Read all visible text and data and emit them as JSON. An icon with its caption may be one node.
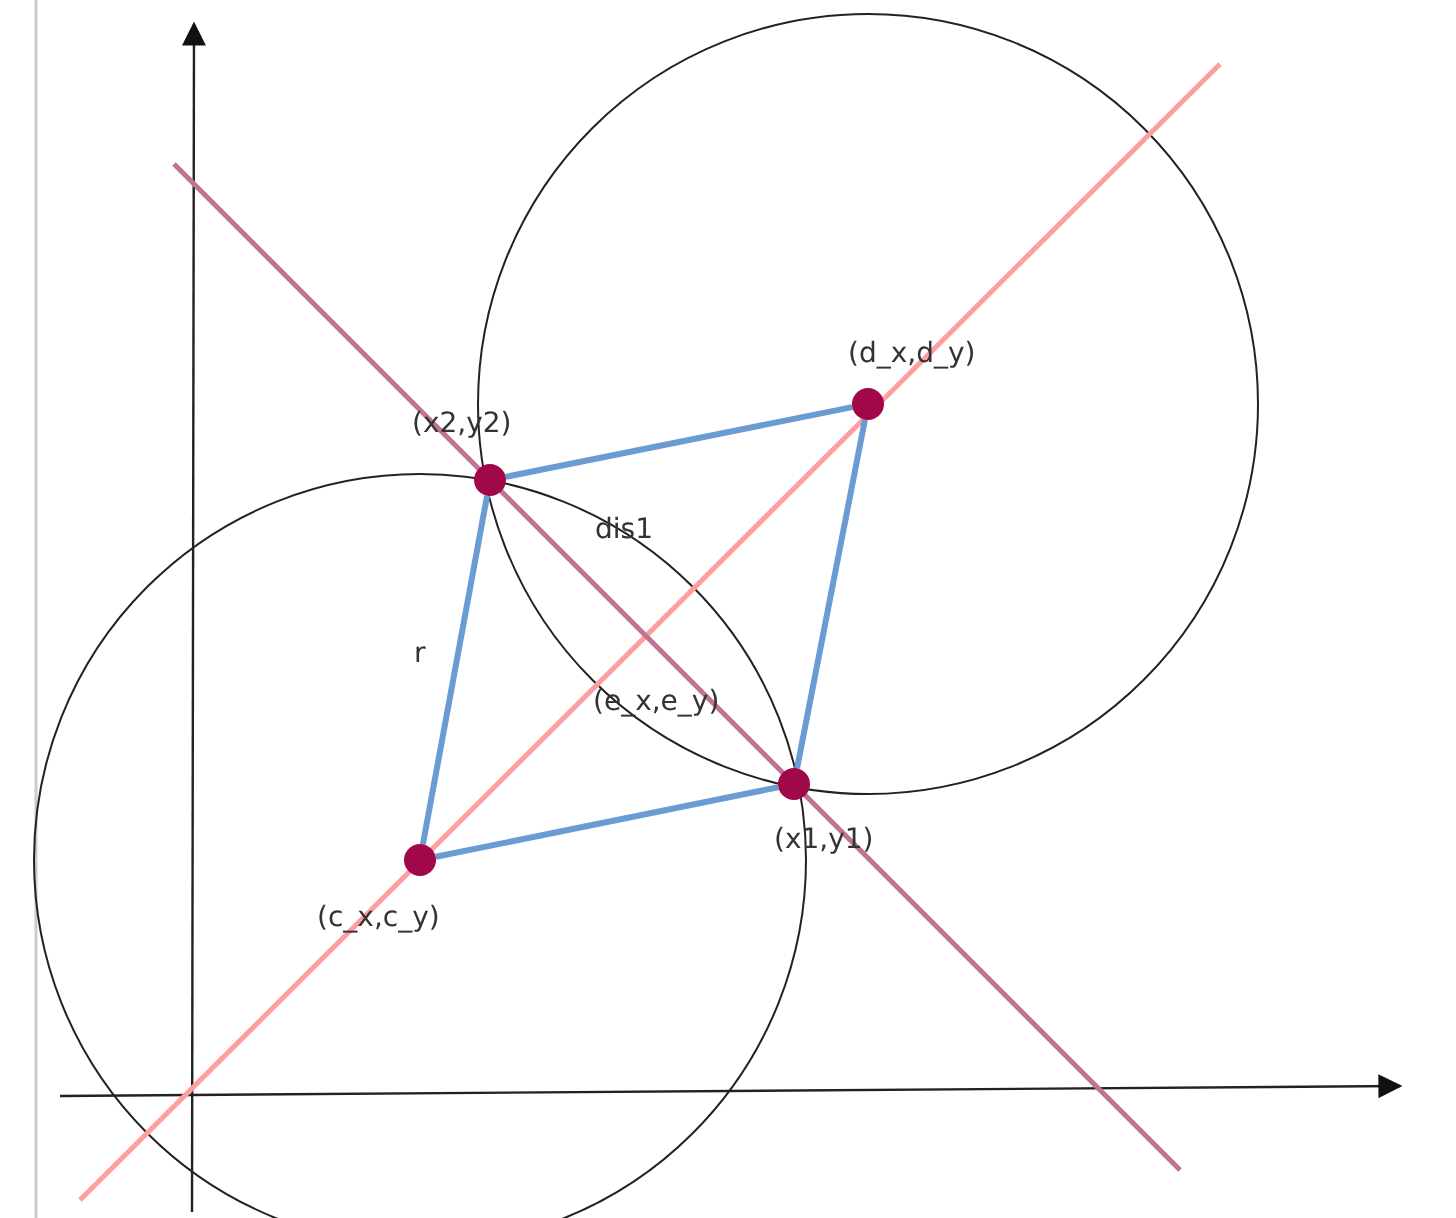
{
  "diagram": {
    "nodes": [
      {
        "text": [],
        "shape": "circle",
        "beside": [
          "(x2,y2)"
        ]
      },
      {
        "text": [],
        "shape": "circle",
        "beside": [
          "(d_x,d_y)"
        ]
      },
      {
        "text": [],
        "shape": "circle",
        "beside": [
          "(c_x,c_y)"
        ]
      },
      {
        "text": [],
        "shape": "circle",
        "beside": [
          "(x1,y1)"
        ]
      }
    ],
    "edges": [
      {
        "from": 0,
        "to": 1,
        "arrow": "none"
      },
      {
        "from": 1,
        "to": 3,
        "arrow": "none"
      },
      {
        "from": 3,
        "to": 2,
        "arrow": "none"
      },
      {
        "from": 2,
        "to": 0,
        "arrow": "none"
      }
    ],
    "labels": [
      "dis1",
      "r",
      "(e_x,e_y)"
    ]
  }
}
